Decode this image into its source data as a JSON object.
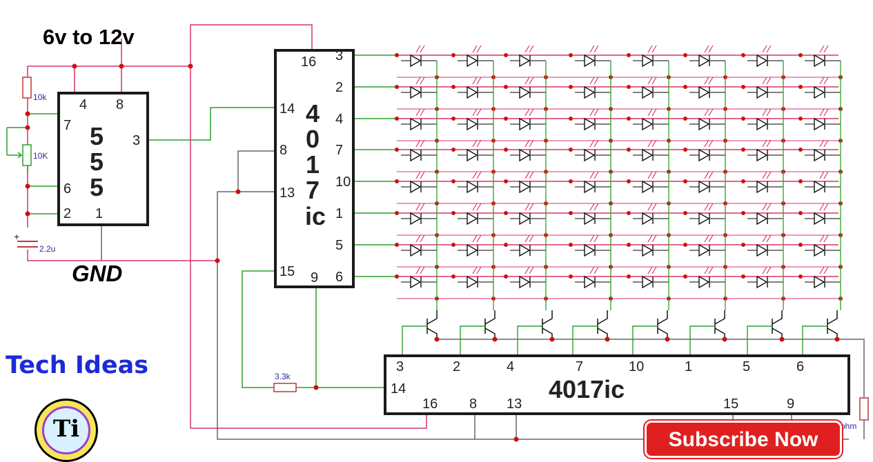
{
  "supply_label": "6v to 12v",
  "gnd_label": "GND",
  "brand": "Tech Ideas",
  "logo_text": "Ti",
  "subscribe_label": "Subscribe Now",
  "colors": {
    "wire_green": "#2aa02a",
    "wire_red": "#d6336c",
    "dot": "#cc1111",
    "brand": "#1c2bd8",
    "gray": "#666666"
  },
  "ic555": {
    "name_chars": [
      "5",
      "5",
      "5"
    ],
    "pins": {
      "p4": "4",
      "p8": "8",
      "p7": "7",
      "p3": "3",
      "p6": "6",
      "p2": "2",
      "p1": "1"
    }
  },
  "ic4017_a": {
    "name_chars": [
      "4",
      "0",
      "1",
      "7",
      "ic"
    ],
    "left_pins": {
      "p16": "16",
      "p14": "14",
      "p8": "8",
      "p13": "13",
      "p15": "15",
      "p9": "9"
    },
    "right_pins": [
      "3",
      "2",
      "4",
      "7",
      "10",
      "1",
      "5",
      "6"
    ]
  },
  "ic4017_b": {
    "name": "4017ic",
    "top_pins": [
      "3",
      "2",
      "4",
      "7",
      "10",
      "1",
      "5",
      "6"
    ],
    "left_pin": "14",
    "bottom_pins": [
      "16",
      "8",
      "13",
      "15",
      "9"
    ]
  },
  "components": {
    "r1": "10k",
    "pot": "10K",
    "cap": "2.2u",
    "cap_plus": "+",
    "r_base": "3.3k",
    "r_right": "ohm"
  }
}
